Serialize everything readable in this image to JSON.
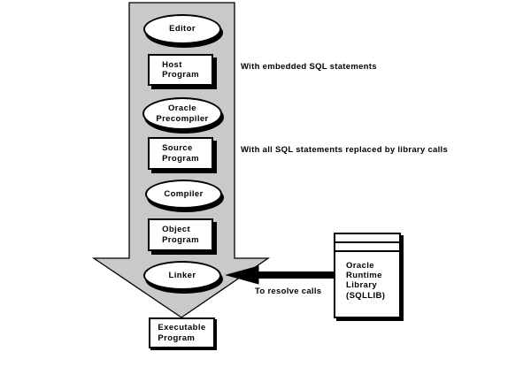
{
  "diagram": {
    "description": "Precompiler development flow",
    "flow_arrow": "large gray downward arrow",
    "nodes": [
      {
        "id": "editor",
        "label": "Editor",
        "shape": "ellipse"
      },
      {
        "id": "host-program",
        "label": "Host\nProgram",
        "shape": "rect"
      },
      {
        "id": "oracle-precompiler",
        "label": "Oracle\nPrecompiler",
        "shape": "ellipse"
      },
      {
        "id": "source-program",
        "label": "Source\nProgram",
        "shape": "rect"
      },
      {
        "id": "compiler",
        "label": "Compiler",
        "shape": "ellipse"
      },
      {
        "id": "object-program",
        "label": "Object\nProgram",
        "shape": "rect"
      },
      {
        "id": "linker",
        "label": "Linker",
        "shape": "ellipse"
      },
      {
        "id": "executable-program",
        "label": "Executable\nProgram",
        "shape": "rect"
      }
    ],
    "annotations": {
      "host_program_note": "With embedded SQL statements",
      "source_program_note": "With all SQL statements replaced by library calls",
      "linker_note": "To resolve calls"
    },
    "runtime_library": {
      "label": "Oracle\nRuntime\nLibrary\n(SQLLIB)"
    },
    "colors": {
      "arrow_fill": "#c9c9c9",
      "outline": "#000000",
      "node_fill": "#ffffff",
      "shadow": "#000000",
      "background": "#ffffff"
    }
  }
}
